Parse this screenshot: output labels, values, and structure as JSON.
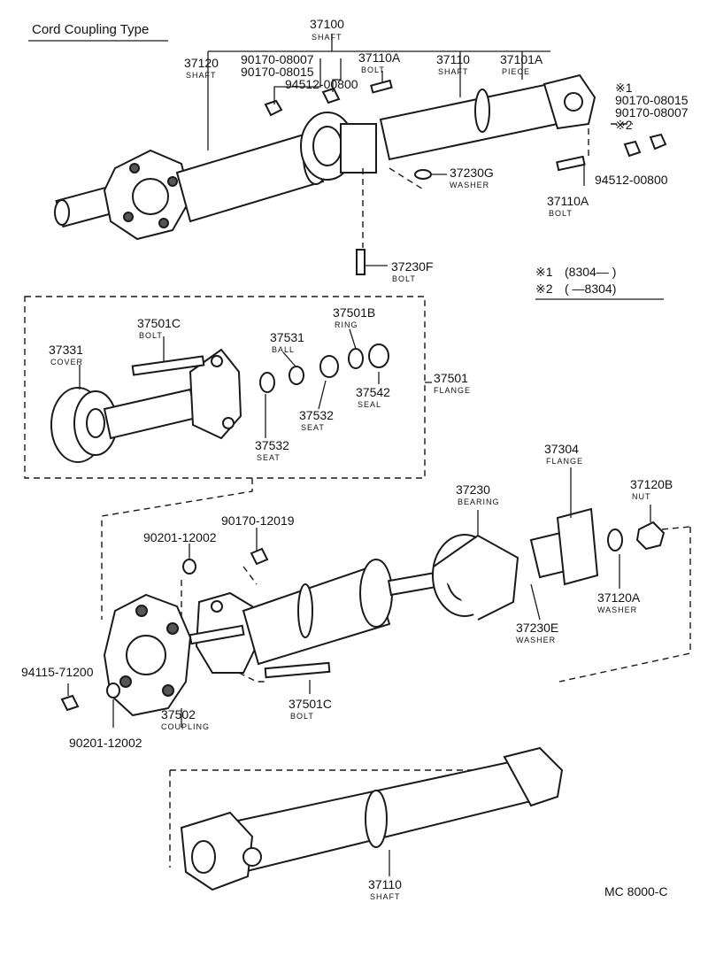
{
  "title": "Cord Coupling Type",
  "catalog_code": "MC  8000-C",
  "notes": [
    {
      "mark": "※1",
      "range": "(8304—      )"
    },
    {
      "mark": "※2",
      "range": "(      —8304)"
    }
  ],
  "callouts": [
    {
      "num": "37100",
      "name": "SHAFT"
    },
    {
      "num": "37120",
      "name": "SHAFT"
    },
    {
      "num": "90170-08007",
      "name": ""
    },
    {
      "num": "90170-08015",
      "name": ""
    },
    {
      "num": "94512-00800",
      "name": ""
    },
    {
      "num": "37110A",
      "name": "BOLT"
    },
    {
      "num": "37110",
      "name": "SHAFT"
    },
    {
      "num": "37101A",
      "name": "PIECE"
    },
    {
      "num": "※1",
      "name": ""
    },
    {
      "num": "90170-08015",
      "name": ""
    },
    {
      "num": "90170-08007",
      "name": ""
    },
    {
      "num": "※2",
      "name": ""
    },
    {
      "num": "94512-00800",
      "name": ""
    },
    {
      "num": "37110A",
      "name": "BOLT"
    },
    {
      "num": "37230G",
      "name": "WASHER"
    },
    {
      "num": "37230F",
      "name": "BOLT"
    },
    {
      "num": "37501C",
      "name": "BOLT"
    },
    {
      "num": "37331",
      "name": "COVER"
    },
    {
      "num": "37531",
      "name": "BALL"
    },
    {
      "num": "37501B",
      "name": "RING"
    },
    {
      "num": "37542",
      "name": "SEAL"
    },
    {
      "num": "37532",
      "name": "SEAT"
    },
    {
      "num": "37532",
      "name": "SEAT"
    },
    {
      "num": "37501",
      "name": "FLANGE"
    },
    {
      "num": "37304",
      "name": "FLANGE"
    },
    {
      "num": "37230",
      "name": "BEARING"
    },
    {
      "num": "37120B",
      "name": "NUT"
    },
    {
      "num": "90170-12019",
      "name": ""
    },
    {
      "num": "90201-12002",
      "name": ""
    },
    {
      "num": "37120A",
      "name": "WASHER"
    },
    {
      "num": "37230E",
      "name": "WASHER"
    },
    {
      "num": "94115-71200",
      "name": ""
    },
    {
      "num": "37501C",
      "name": "BOLT"
    },
    {
      "num": "37502",
      "name": "COUPLING"
    },
    {
      "num": "90201-12002",
      "name": ""
    },
    {
      "num": "37110",
      "name": "SHAFT"
    }
  ]
}
